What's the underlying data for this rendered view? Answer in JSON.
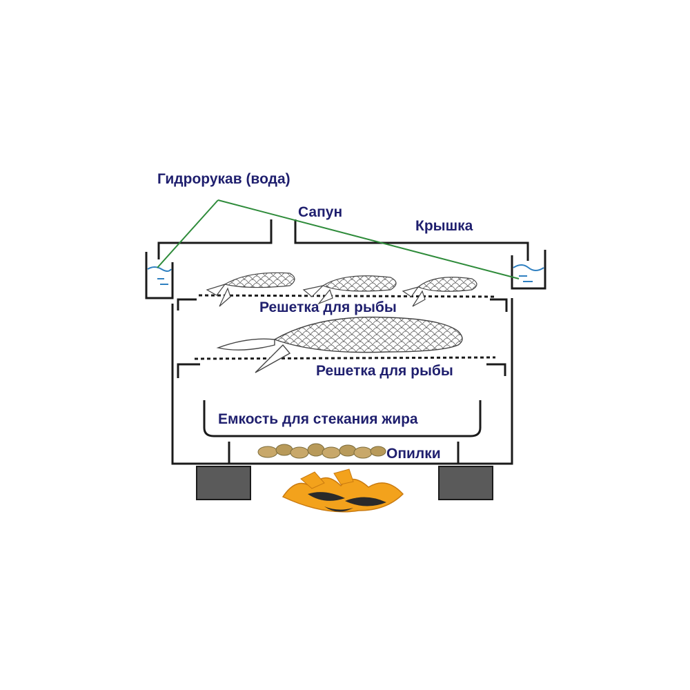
{
  "labels": {
    "hydro_sleeve": "Гидрорукав (вода)",
    "breather": "Сапун",
    "lid": "Крышка",
    "fish_grate_top": "Решетка для рыбы",
    "fish_grate_bottom": "Решетка для рыбы",
    "fat_container": "Емкость для стекания жира",
    "sawdust": "Опилки"
  },
  "colors": {
    "label_text": "#1f1f6e",
    "outline": "#1a1a1a",
    "leader_line": "#2e8b3a",
    "water": "#2e7fc0",
    "feet": "#5a5a5a",
    "fire_orange": "#f3a21c",
    "fire_dark": "#2a2a2a",
    "sawdust_chip": "#c8a86a"
  }
}
